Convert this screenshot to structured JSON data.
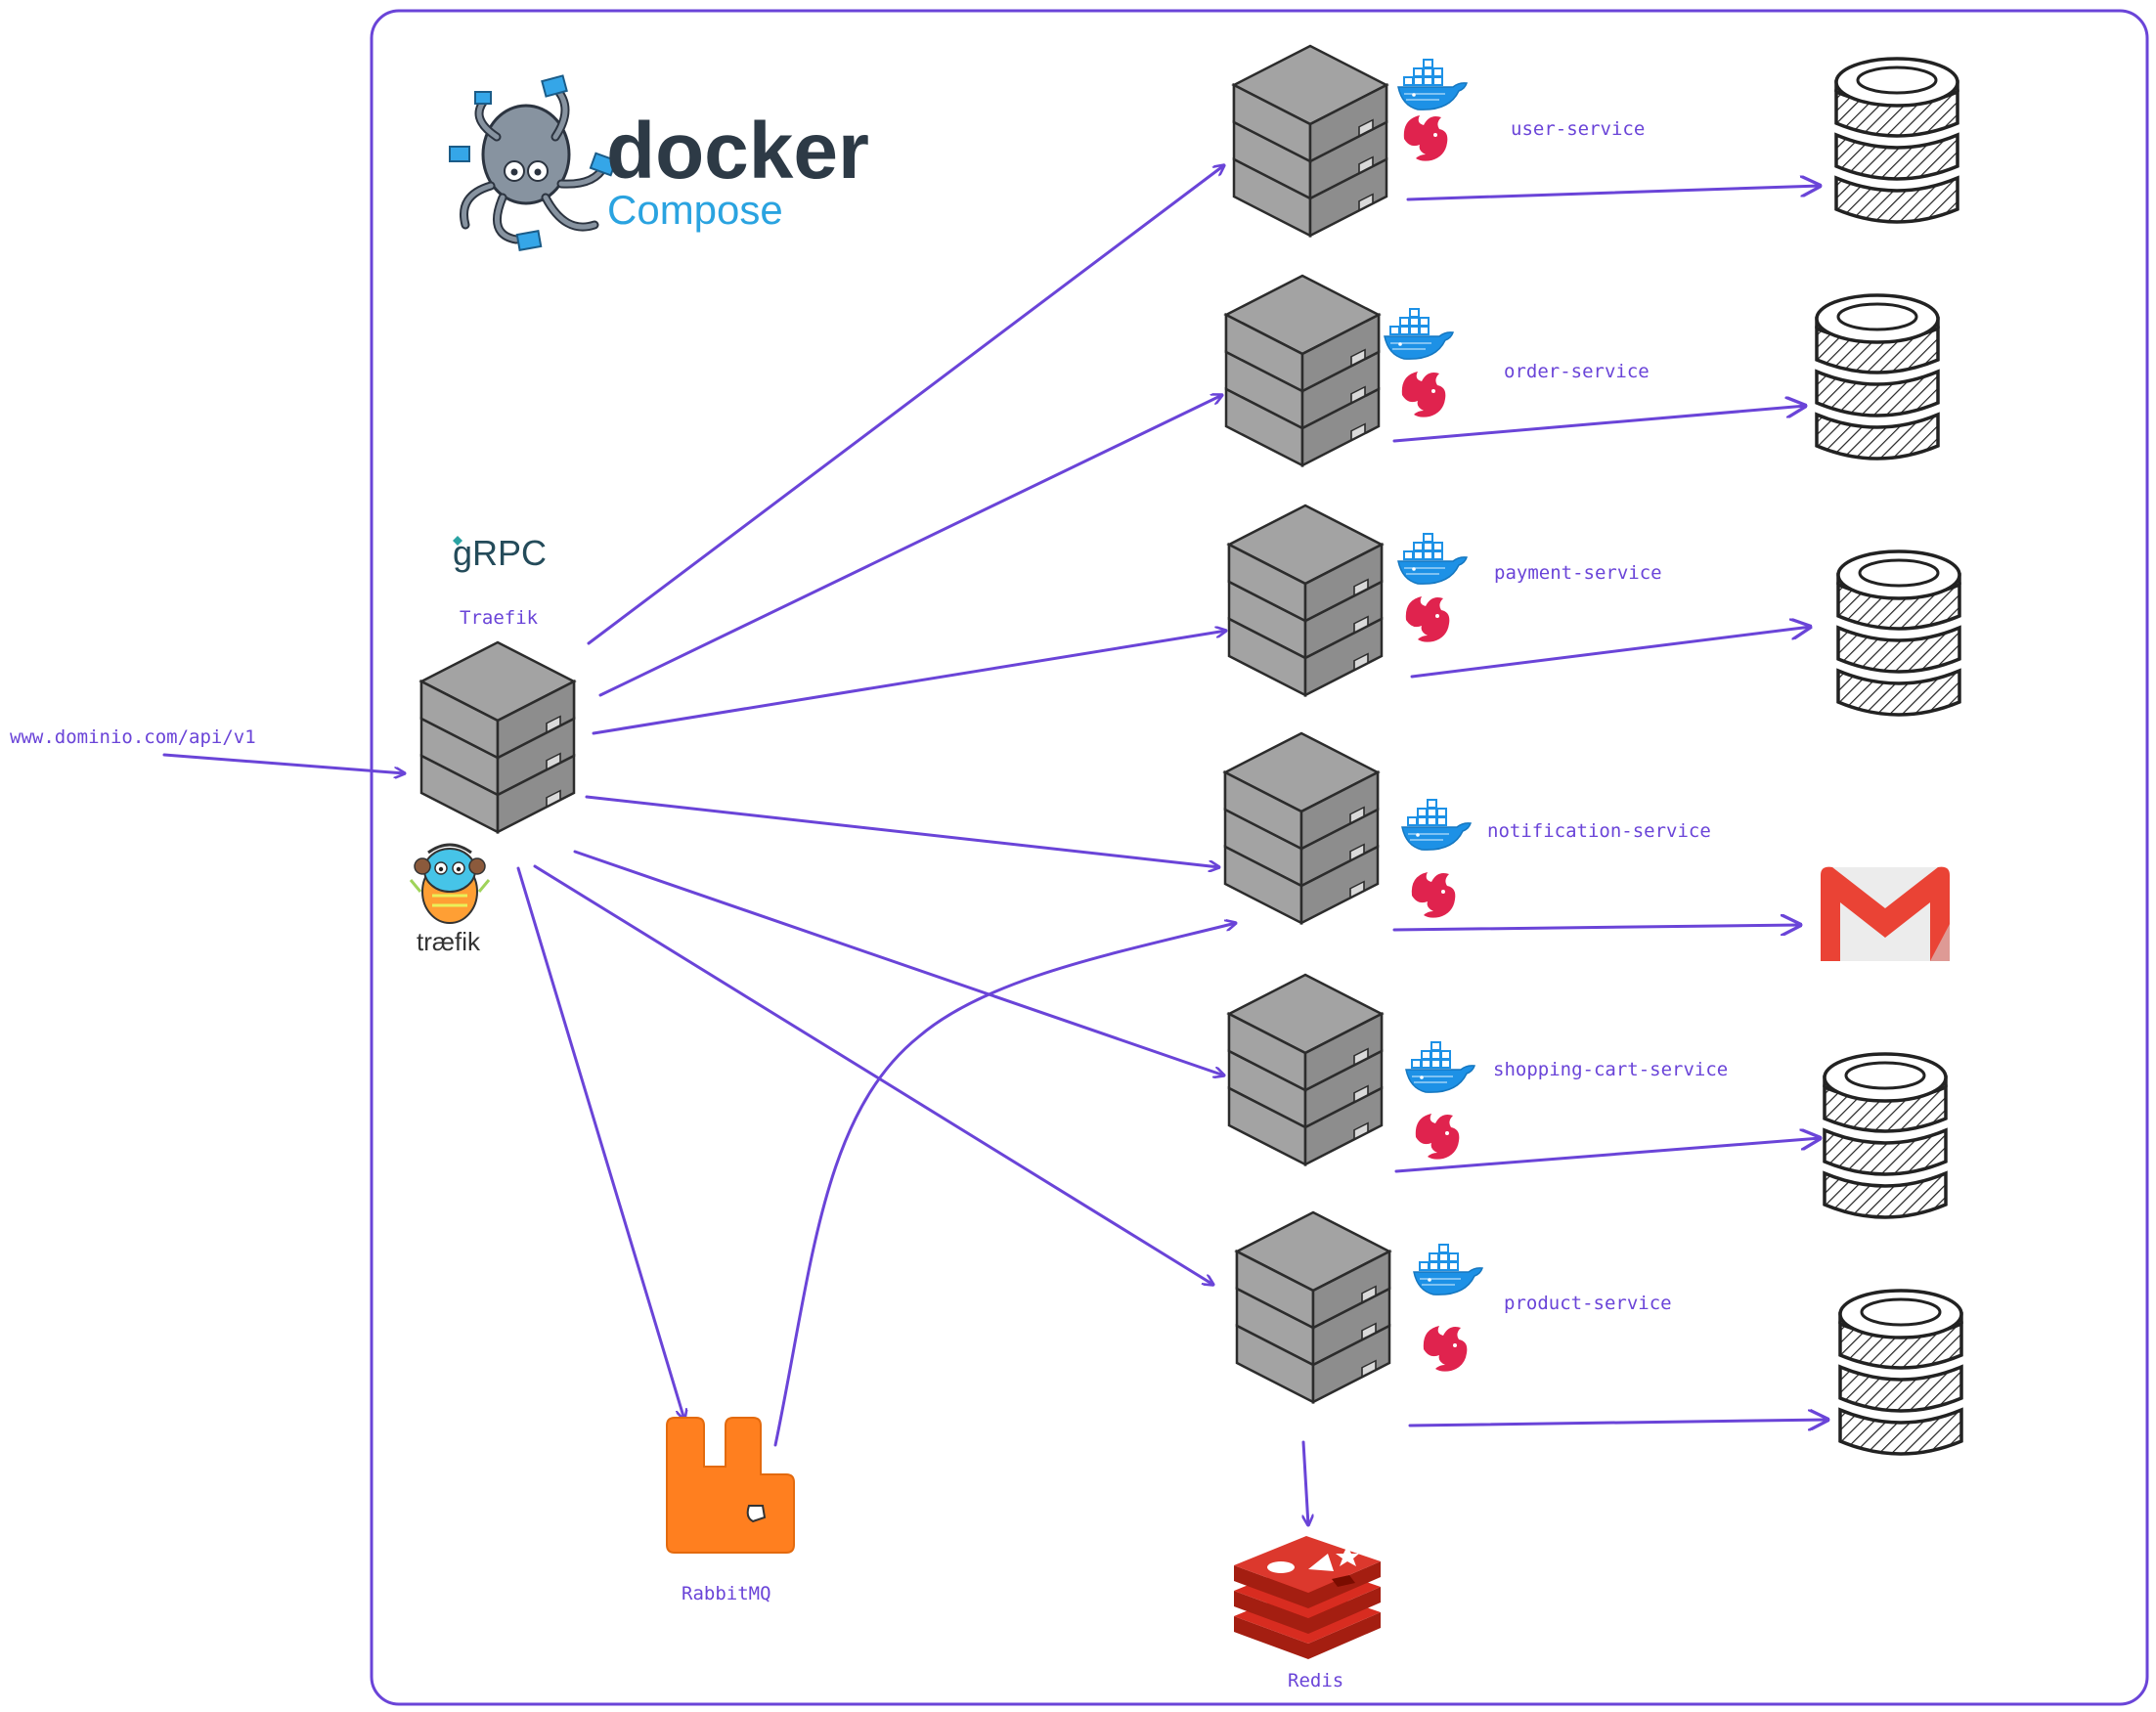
{
  "title": "",
  "logos": {
    "docker_wordmark": "docker",
    "compose_wordmark": "Compose",
    "grpc_wordmark": "gRPC",
    "traefik_wordmark": "træfik"
  },
  "entry": {
    "url_label": "www.dominio.com/api/v1"
  },
  "gateway": {
    "label": "Traefik"
  },
  "services": [
    {
      "label": "user-service",
      "storage": "database"
    },
    {
      "label": "order-service",
      "storage": "database"
    },
    {
      "label": "payment-service",
      "storage": "database"
    },
    {
      "label": "notification-service",
      "storage": "gmail"
    },
    {
      "label": "shopping-cart-service",
      "storage": "database"
    },
    {
      "label": "product-service",
      "storage": "database"
    }
  ],
  "broker": {
    "label": "RabbitMQ"
  },
  "cache": {
    "label": "Redis"
  },
  "colors": {
    "arrow": "#6a44d8",
    "docker_blue": "#1d91e6",
    "nest_red": "#e0234e",
    "rabbit_orange": "#ff7f1f",
    "redis_red": "#c7352a",
    "gmail_red": "#ea4335"
  }
}
